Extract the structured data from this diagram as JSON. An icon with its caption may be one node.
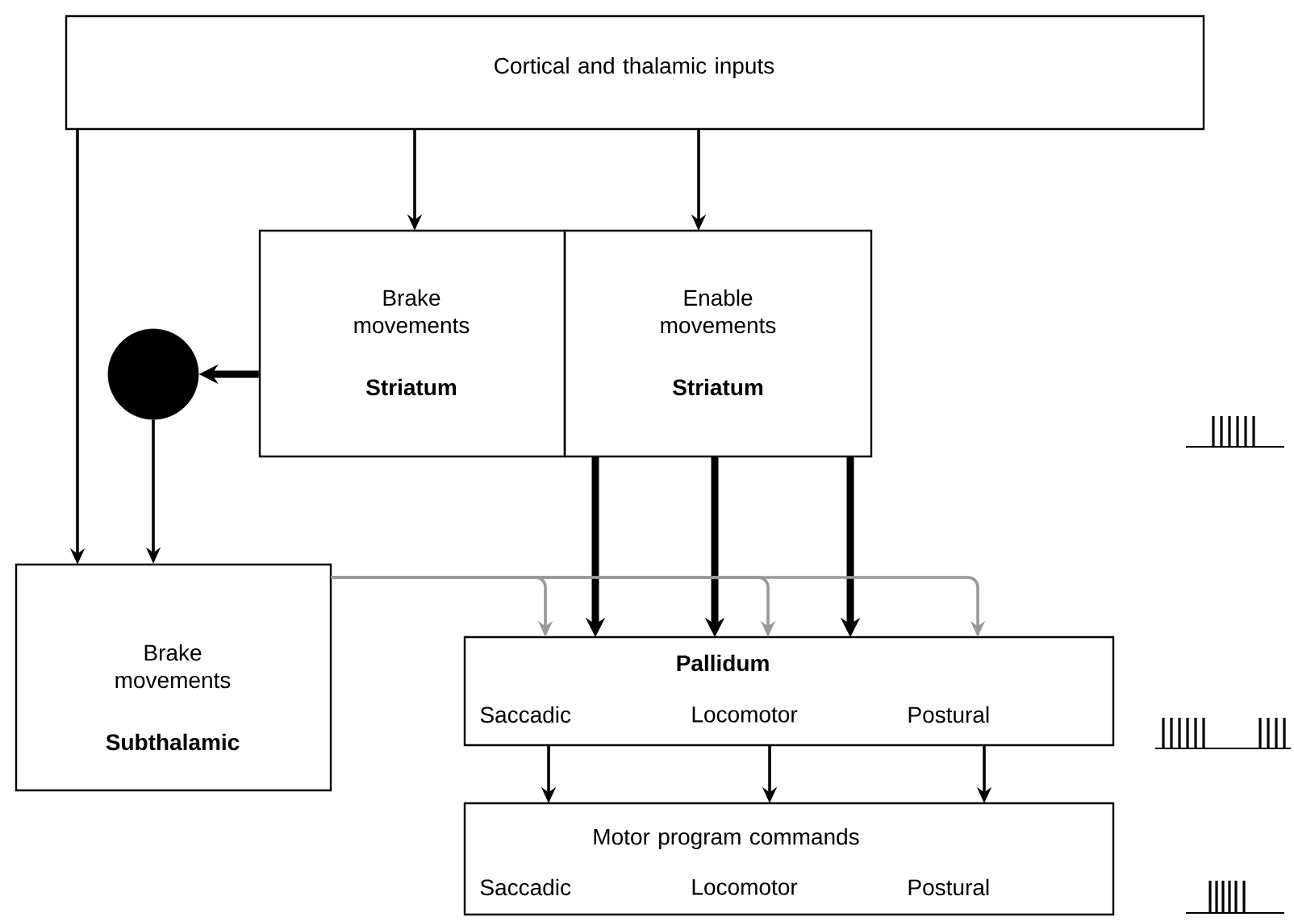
{
  "diagram": {
    "nodes": [
      {
        "text": [
          "Cortical and thalamic inputs"
        ]
      },
      {
        "text": [
          "Brake movements",
          "Striatum"
        ]
      },
      {
        "text": [
          "Enable movements",
          "Striatum"
        ]
      },
      {
        "text": [],
        "shape": "circle"
      },
      {
        "text": [
          "Brake movements",
          "Subthalamic"
        ]
      },
      {
        "text": [
          "Pallidum",
          "Saccadic",
          "Locomotor",
          "Postural"
        ]
      },
      {
        "text": [
          "Motor program commands",
          "Saccadic",
          "Locomotor",
          "Postural"
        ]
      }
    ],
    "edges": [
      {
        "from": 0,
        "to": 1,
        "arrow": "to"
      },
      {
        "from": 0,
        "to": 2,
        "arrow": "to"
      },
      {
        "from": 0,
        "to": 4,
        "arrow": "to"
      },
      {
        "from": 1,
        "to": 3,
        "arrow": "to",
        "style": "thick"
      },
      {
        "from": 3,
        "to": 4,
        "arrow": "to"
      },
      {
        "from": 2,
        "to": 5,
        "arrow": "to",
        "style": "thick"
      },
      {
        "from": 2,
        "to": 5,
        "arrow": "to",
        "style": "thick"
      },
      {
        "from": 2,
        "to": 5,
        "arrow": "to",
        "style": "thick"
      },
      {
        "from": 4,
        "to": 5,
        "arrow": "to",
        "color": "#999999"
      },
      {
        "from": 4,
        "to": 5,
        "arrow": "to",
        "color": "#999999"
      },
      {
        "from": 4,
        "to": 5,
        "arrow": "to",
        "color": "#999999"
      },
      {
        "from": 5,
        "to": 6,
        "arrow": "to"
      },
      {
        "from": 5,
        "to": 6,
        "arrow": "to"
      },
      {
        "from": 5,
        "to": 6,
        "arrow": "to"
      }
    ]
  }
}
